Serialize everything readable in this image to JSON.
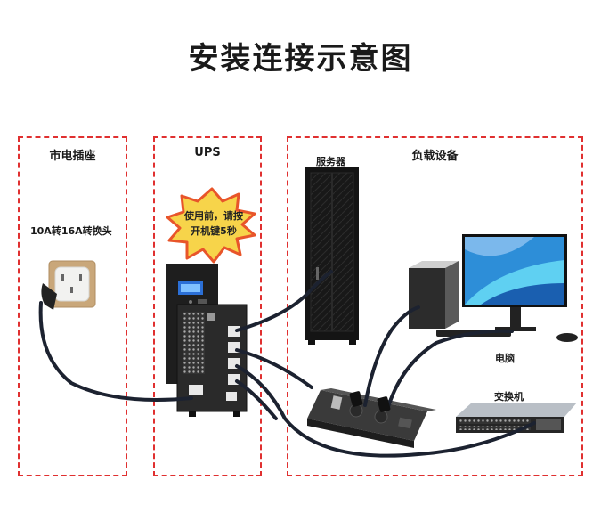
{
  "title": "安装连接示意图",
  "sections": {
    "wall_socket": {
      "label": "市电插座",
      "note": "10A转16A转换头"
    },
    "ups": {
      "label": "UPS",
      "burst": [
        "使用前，请按",
        "开机键5秒"
      ]
    },
    "load": {
      "label": "负载设备",
      "server": "服务器",
      "computer": "电脑",
      "switch": "交换机"
    }
  },
  "colors": {
    "dashed_border": "#e03030",
    "cable": "#1c2230",
    "burst_fill": "#f7d44a",
    "burst_stroke": "#e8552a"
  }
}
